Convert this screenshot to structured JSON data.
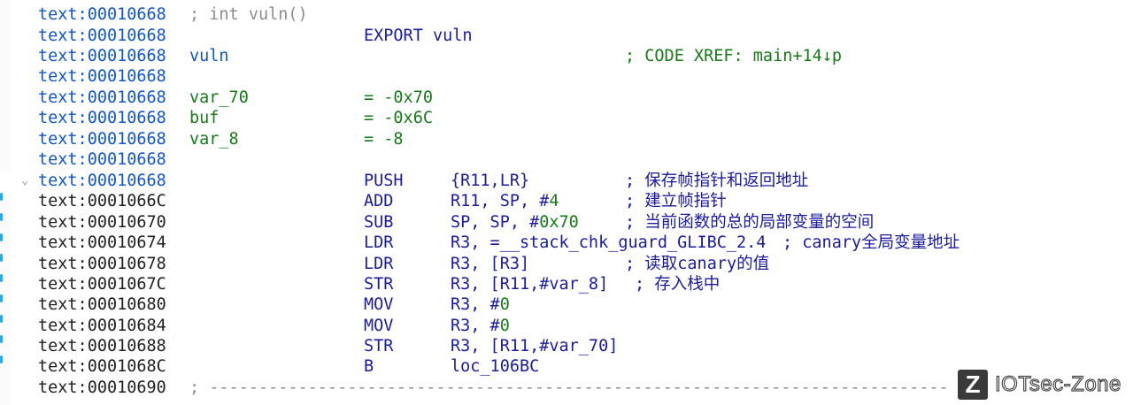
{
  "listing": {
    "lines": [
      {
        "addr": "text:00010668",
        "addr_color": "blue",
        "comment": "; int vuln()"
      },
      {
        "addr": "text:00010668",
        "addr_color": "blue",
        "mnem": "EXPORT vuln"
      },
      {
        "addr": "text:00010668",
        "addr_color": "blue",
        "name": "vuln",
        "right_comment": "; CODE XREF: main+14↓p"
      },
      {
        "addr": "text:00010668",
        "addr_color": "blue"
      },
      {
        "addr": "text:00010668",
        "addr_color": "blue",
        "name": "var_70",
        "value": "= -0x70"
      },
      {
        "addr": "text:00010668",
        "addr_color": "blue",
        "name": "buf",
        "value": "= -0x6C"
      },
      {
        "addr": "text:00010668",
        "addr_color": "blue",
        "name": "var_8",
        "value": "= -8"
      },
      {
        "addr": "text:00010668",
        "addr_color": "blue"
      },
      {
        "addr": "text:00010668",
        "addr_color": "blue",
        "mnem": "PUSH",
        "ops": "{R11,LR}",
        "comment": "; 保存帧指针和返回地址"
      },
      {
        "addr": "text:0001066C",
        "mnem": "ADD",
        "ops": "R11, SP, #4",
        "comment": "; 建立帧指针"
      },
      {
        "addr": "text:00010670",
        "mnem": "SUB",
        "ops": "SP, SP, #0x70",
        "comment": "; 当前函数的总的局部变量的空间"
      },
      {
        "addr": "text:00010674",
        "mnem": "LDR",
        "ops": "R3, =__stack_chk_guard_GLIBC_2.4",
        "comment": "; canary全局变量地址"
      },
      {
        "addr": "text:00010678",
        "mnem": "LDR",
        "ops": "R3, [R3]",
        "comment": "; 读取canary的值"
      },
      {
        "addr": "text:0001067C",
        "mnem": "STR",
        "ops": "R3, [R11,#var_8]",
        "comment": "; 存入栈中"
      },
      {
        "addr": "text:00010680",
        "mnem": "MOV",
        "ops": "R3, #0"
      },
      {
        "addr": "text:00010684",
        "mnem": "MOV",
        "ops": "R3, #0"
      },
      {
        "addr": "text:00010688",
        "mnem": "STR",
        "ops": "R3, [R11,#var_70]"
      },
      {
        "addr": "text:0001068C",
        "mnem": "B",
        "ops": "loc_106BC"
      },
      {
        "addr": "text:00010690",
        "comment": "; ---------------------------------------------------------------------------"
      }
    ]
  },
  "watermark": {
    "logo": "Z",
    "text": "IOTsec-Zone"
  },
  "colors": {
    "address_blue": "#1155cc",
    "instruction": "#1a1aa0",
    "value_green": "#157a17",
    "gutter_marker": "#2aa7e8"
  }
}
